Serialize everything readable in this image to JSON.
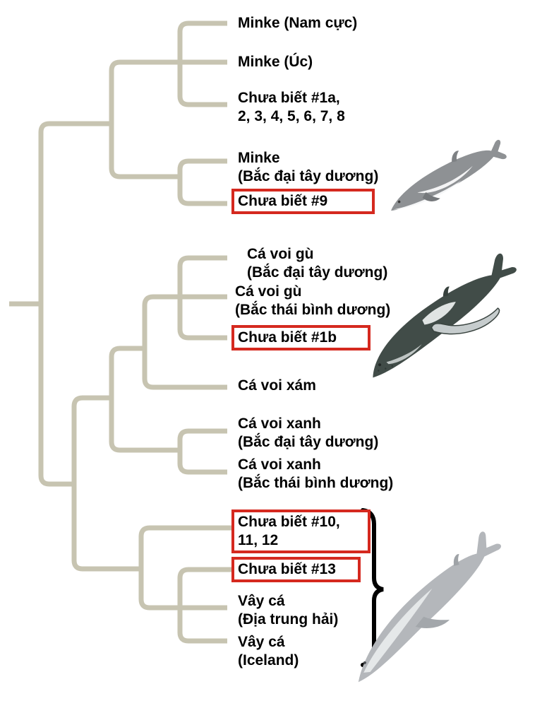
{
  "colors": {
    "branch": "#c7c4b1",
    "box_border": "#d5291f",
    "text": "#000000",
    "brace": "#000000",
    "minke_body": "#8e9194",
    "humpback_body": "#414c48",
    "fin_body": "#b4b7bb"
  },
  "tree": {
    "leaves": [
      {
        "name": "minke-nam-cuc",
        "boxed": false,
        "lines": [
          "Minke (Nam cực)"
        ]
      },
      {
        "name": "minke-uc",
        "boxed": false,
        "lines": [
          "Minke (Úc)"
        ]
      },
      {
        "name": "chua-biet-1a-8",
        "boxed": false,
        "lines": [
          "Chưa biết #1a,",
          "2, 3, 4, 5, 6, 7, 8"
        ]
      },
      {
        "name": "minke-bac-dai-tay-duong",
        "boxed": false,
        "lines": [
          "Minke",
          "(Bắc đại tây dương)"
        ]
      },
      {
        "name": "chua-biet-9",
        "boxed": true,
        "lines": [
          "Chưa biết #9"
        ]
      },
      {
        "name": "ca-voi-gu-bac-dai-tay-duong",
        "boxed": false,
        "lines": [
          "Cá voi gù",
          "(Bắc đại tây dương)"
        ]
      },
      {
        "name": "ca-voi-gu-bac-thai-binh-duong",
        "boxed": false,
        "lines": [
          "Cá voi gù",
          "(Bắc thái bình dương)"
        ]
      },
      {
        "name": "chua-biet-1b",
        "boxed": true,
        "lines": [
          "Chưa biết #1b"
        ]
      },
      {
        "name": "ca-voi-xam",
        "boxed": false,
        "lines": [
          "Cá voi xám"
        ]
      },
      {
        "name": "ca-voi-xanh-bac-dai-tay-duong",
        "boxed": false,
        "lines": [
          "Cá voi xanh",
          "(Bắc đại tây dương)"
        ]
      },
      {
        "name": "ca-voi-xanh-bac-thai-binh-duong",
        "boxed": false,
        "lines": [
          "Cá voi xanh",
          "(Bắc thái bình dương)"
        ]
      },
      {
        "name": "chua-biet-10-11-12",
        "boxed": true,
        "lines": [
          "Chưa biết #10,",
          "11, 12"
        ]
      },
      {
        "name": "chua-biet-13",
        "boxed": true,
        "lines": [
          "Chưa biết #13"
        ]
      },
      {
        "name": "vay-ca-dia-trung-hai",
        "boxed": false,
        "lines": [
          "Vây cá",
          "(Địa trung hải)"
        ]
      },
      {
        "name": "vay-ca-iceland",
        "boxed": false,
        "lines": [
          "Vây cá",
          "(Iceland)"
        ]
      }
    ],
    "topology": [
      [
        [
          "minke-nam-cuc",
          "minke-uc",
          "chua-biet-1a-8"
        ],
        [
          "minke-bac-dai-tay-duong",
          "chua-biet-9"
        ]
      ],
      [
        [
          [
            [
              "ca-voi-gu-bac-dai-tay-duong",
              "ca-voi-gu-bac-thai-binh-duong",
              "chua-biet-1b"
            ],
            "ca-voi-xam"
          ],
          [
            "ca-voi-xanh-bac-dai-tay-duong",
            "ca-voi-xanh-bac-thai-binh-duong"
          ]
        ],
        [
          "chua-biet-10-11-12",
          [
            "chua-biet-13",
            "vay-ca-dia-trung-hai",
            "vay-ca-iceland"
          ]
        ]
      ]
    ],
    "brace_groups_leaves": [
      "chua-biet-10-11-12",
      "chua-biet-13",
      "vay-ca-dia-trung-hai",
      "vay-ca-iceland"
    ]
  },
  "illustrations": [
    "minke-whale",
    "humpback-whale",
    "fin-whale"
  ]
}
